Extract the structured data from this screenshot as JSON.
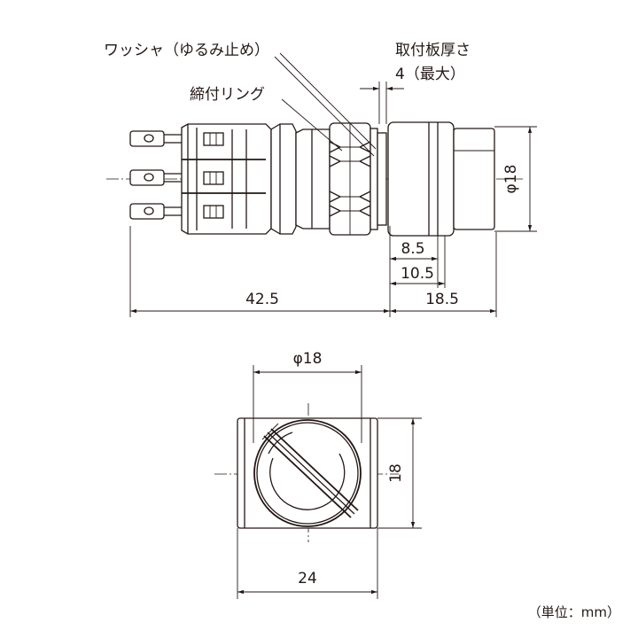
{
  "labels": {
    "washer": "ワッシャ（ゆるみ止め）",
    "ring": "締付リング",
    "plate": "取付板厚さ",
    "plate_value": "4（最大）",
    "unit": "（単位：mm）"
  },
  "dimensions": {
    "side_diameter": "φ18",
    "len_8_5": "8.5",
    "len_10_5": "10.5",
    "len_42_5": "42.5",
    "len_18_5": "18.5",
    "front_diameter": "φ18",
    "front_height": "18",
    "front_width": "24"
  },
  "colors": {
    "line": "#231815",
    "background": "#ffffff"
  }
}
